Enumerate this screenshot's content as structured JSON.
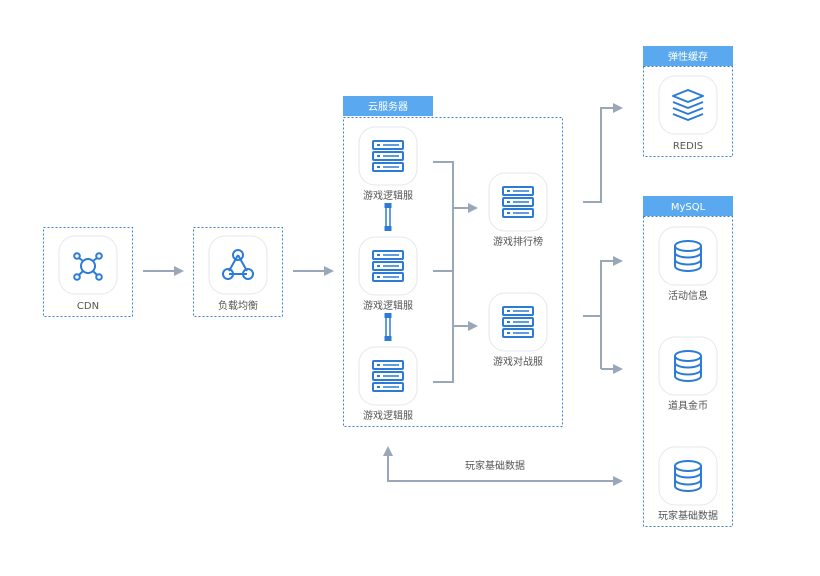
{
  "groups": {
    "cloud_server": "云服务器",
    "elastic_cache": "弹性缓存",
    "mysql": "MySQL"
  },
  "nodes": {
    "cdn": "CDN",
    "load_balancer": "负载均衡",
    "logic_server_1": "游戏逻辑服",
    "logic_server_2": "游戏逻辑服",
    "logic_server_3": "游戏逻辑服",
    "leaderboard": "游戏排行榜",
    "battle_server": "游戏对战服",
    "redis": "REDIS",
    "activity_info": "活动信息",
    "items_coins": "道具金币",
    "player_data": "玩家基础数据"
  },
  "edges": {
    "player_data_label": "玩家基础数据"
  },
  "colors": {
    "accent": "#2c7bd6",
    "group_header": "#5aa9f0",
    "connector": "#9aa7b8"
  }
}
